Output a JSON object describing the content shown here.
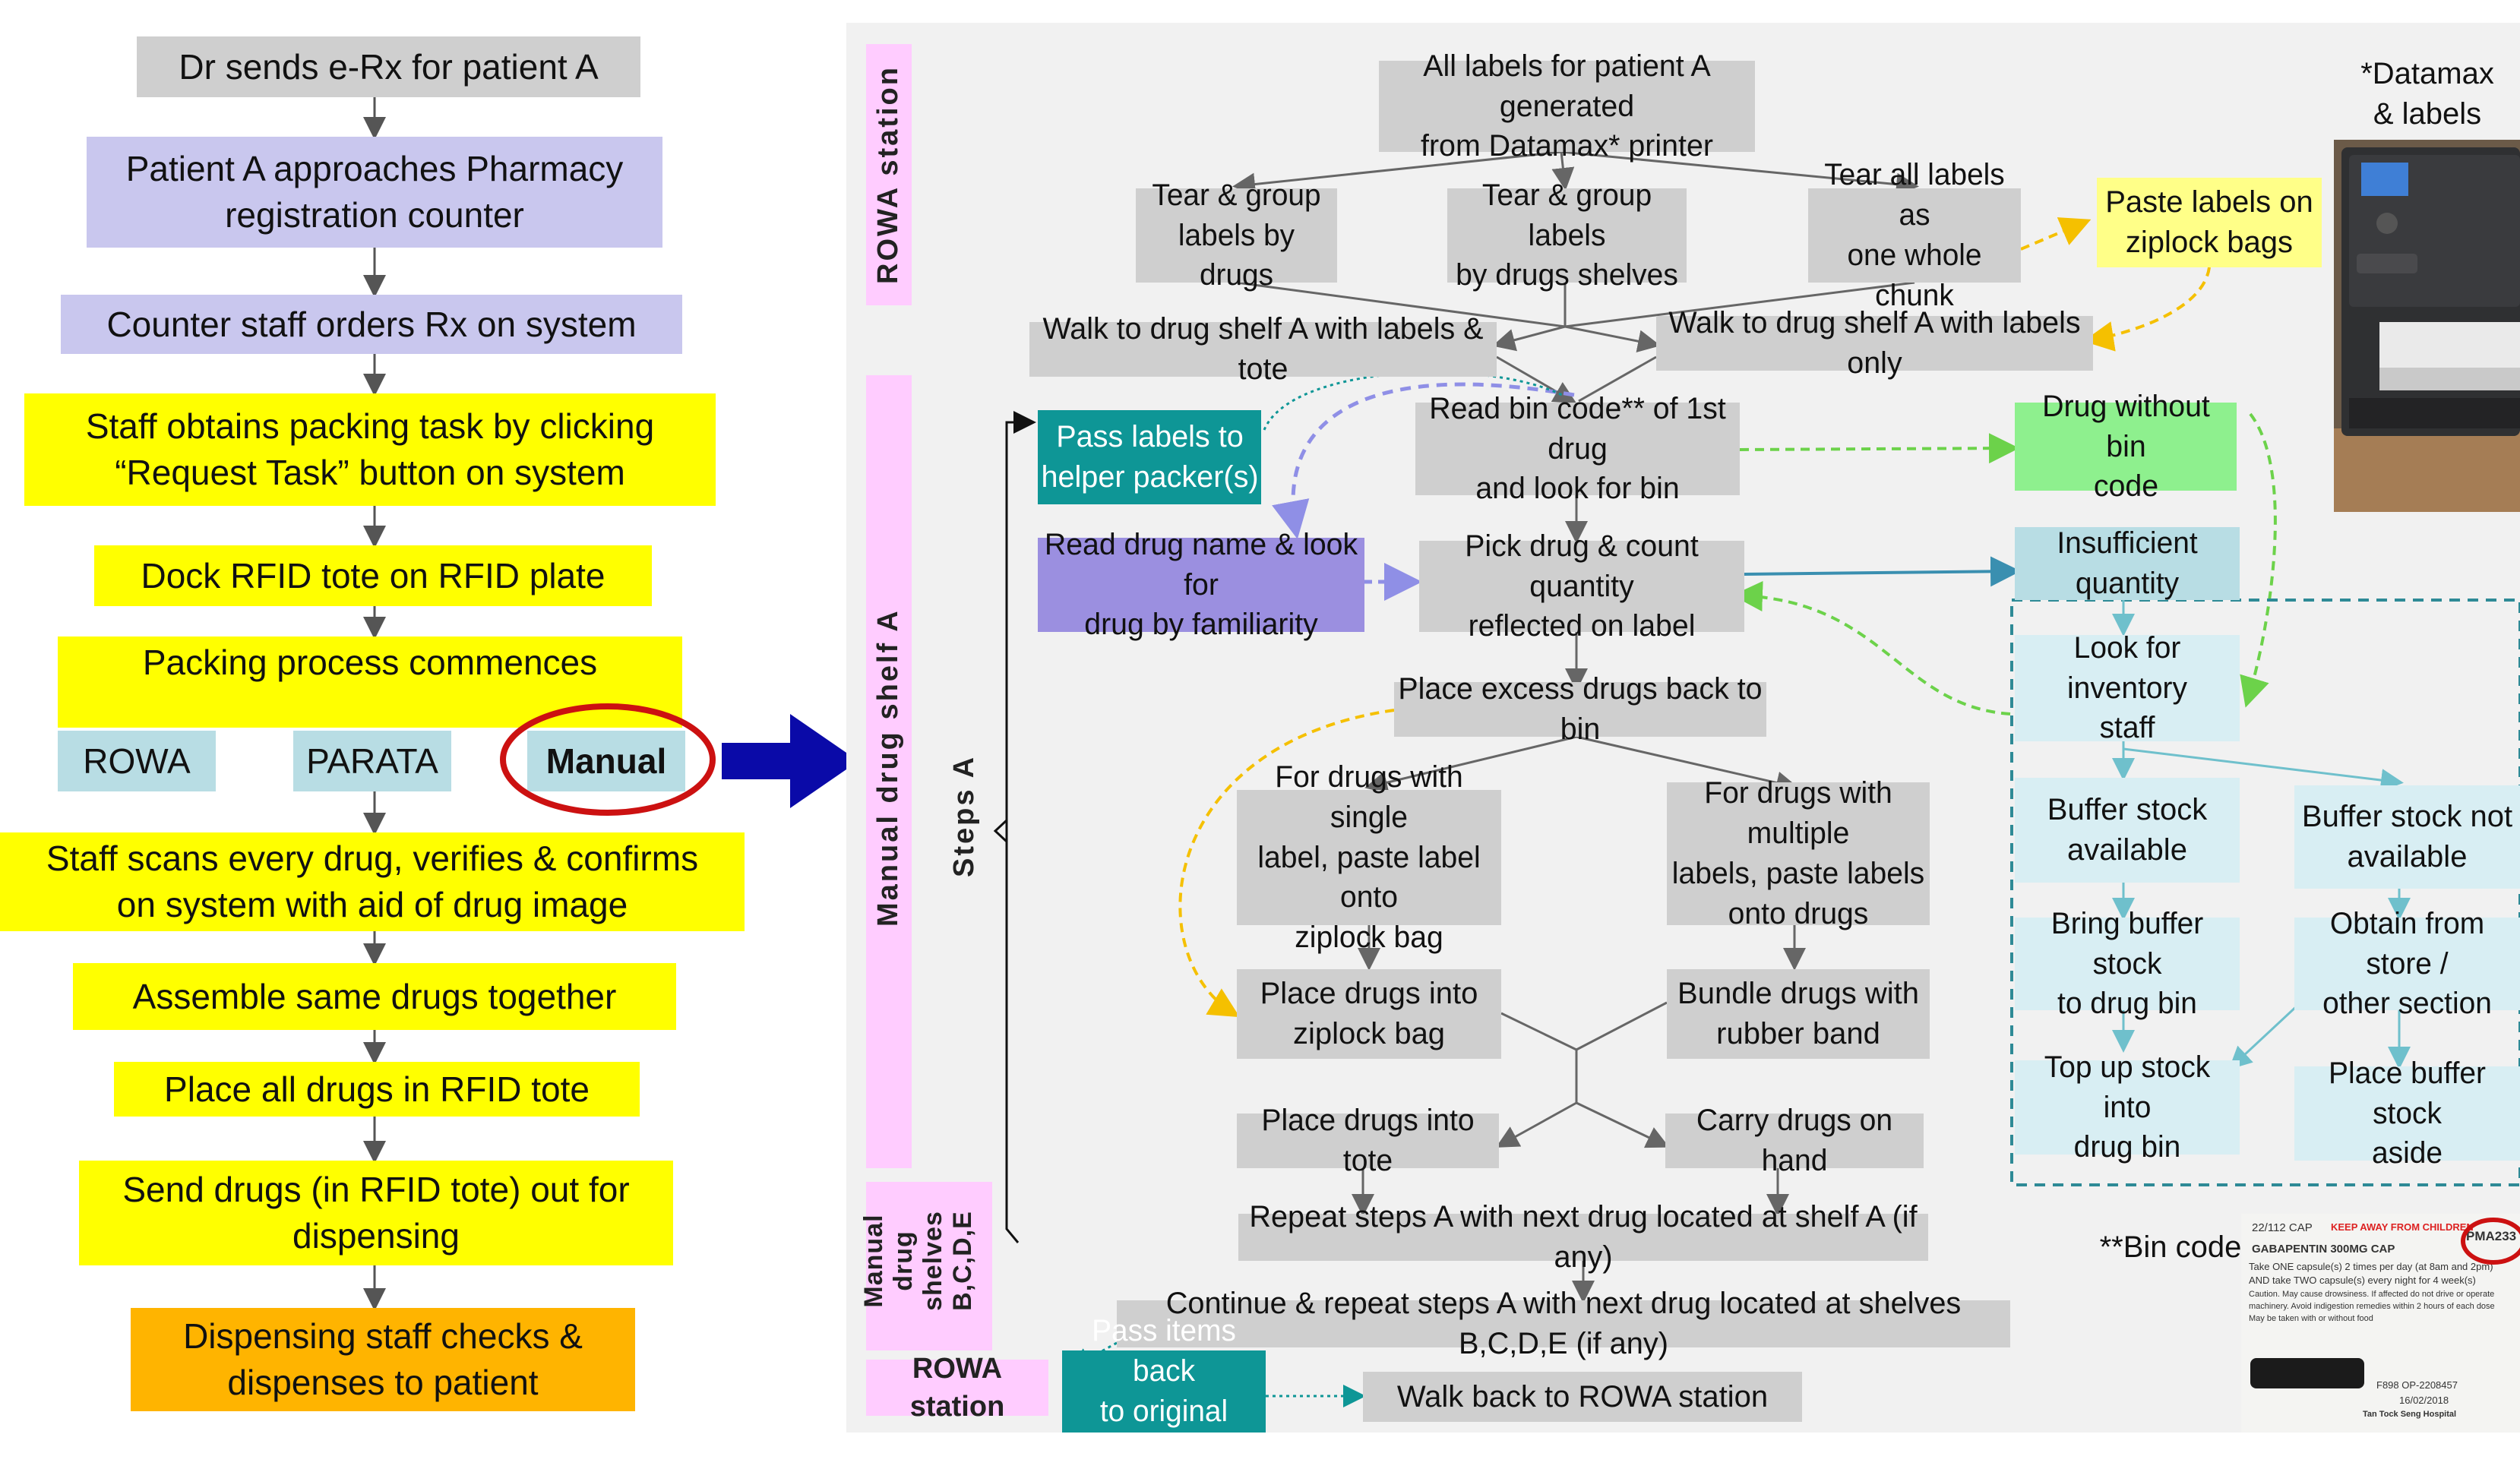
{
  "left_flow": {
    "steps": [
      "Dr sends e-Rx for patient A",
      "Patient A approaches Pharmacy\nregistration counter",
      "Counter staff orders Rx on system",
      "Staff obtains packing task by clicking\n“Request Task” button on system",
      "Dock RFID tote on RFID plate",
      "Packing process commences",
      "Staff scans every drug, verifies & confirms\non system with aid of drug image",
      "Assemble same drugs together",
      "Place all drugs in RFID tote",
      "Send drugs (in RFID tote) out for\ndispensing",
      "Dispensing staff checks &\ndispenses to patient"
    ],
    "options": [
      "ROWA",
      "PARATA",
      "Manual"
    ]
  },
  "section_labels": {
    "rowa_top": "ROWA station",
    "manual_a": "Manual drug shelf A",
    "steps_a": "Steps A",
    "manual_bcde": "Manual\ndrug\nshelves\nB,C,D,E",
    "rowa_bottom": "ROWA station"
  },
  "nodes": {
    "all_labels": "All labels for patient A generated\nfrom Datamax* printer",
    "tear_group_drugs": "Tear & group\nlabels by drugs",
    "tear_group_shelves": "Tear & group labels\nby drugs shelves",
    "tear_all": "Tear all labels as\none whole chunk",
    "paste_ziplock": "Paste labels on\nziplock bags",
    "walk_tote": "Walk to drug shelf A with labels & tote",
    "walk_labels_only": "Walk to drug shelf A with labels only",
    "pass_labels_helper": "Pass labels to\nhelper packer(s)",
    "read_bin_code": "Read bin code** of 1st drug\nand look for bin",
    "drug_without_bin": "Drug without bin\ncode",
    "read_drug_name": "Read drug name & look for\ndrug by familiarity",
    "pick_drug": "Pick drug  & count quantity\nreflected on label",
    "insufficient": "Insufficient quantity",
    "look_inventory": "Look for inventory\nstaff",
    "place_excess": "Place excess drugs back to bin",
    "single_label": "For drugs with single\nlabel, paste label onto\nziplock bag",
    "multiple_labels": "For drugs with multiple\nlabels, paste labels\nonto drugs",
    "buffer_available": "Buffer stock\navailable",
    "buffer_not_available": "Buffer stock not\navailable",
    "bring_buffer": "Bring buffer stock\nto drug bin",
    "obtain_store": "Obtain from store /\nother section",
    "place_ziplock": "Place drugs into\nziplock bag",
    "bundle_rubber": "Bundle drugs with\nrubber band",
    "top_up": "Top up stock into\ndrug bin",
    "place_buffer_aside": "Place buffer stock\naside",
    "place_tote": "Place drugs into tote",
    "carry_hand": "Carry drugs on hand",
    "repeat_a": "Repeat steps A with next drug located at shelf A (if any)",
    "continue_bcde": "Continue & repeat steps A with next drug located at shelves B,C,D,E (if any)",
    "pass_items_back": "Pass items back\nto original packer",
    "walk_back_rowa": "Walk back to ROWA station"
  },
  "notes": {
    "datamax": "*Datamax\n& labels",
    "bin_code": "**Bin code"
  },
  "label_photo": {
    "line1": "22/112 CAP",
    "warning": "KEEP AWAY FROM CHILDREN",
    "bin_code": "PMA233",
    "drug_name": "GABAPENTIN 300MG CAP",
    "dose1": "Take ONE capsule(s) 2 times per day (at 8am and 2pm)",
    "dose2": "AND take TWO capsule(s) every night for 4 week(s)",
    "caution1": "Caution. May cause drowsiness. If affected do not drive or operate",
    "caution2": "machinery. Avoid indigestion remedies within 2 hours of each dose",
    "caution3": "May be taken with or without food",
    "ref": "F898   OP-2208457",
    "date": "16/02/2018",
    "hospital": "Tan Tock Seng Hospital"
  },
  "colors": {
    "grey": "#cfcfcf",
    "lavender": "#c9c7ee",
    "yellow": "#ffff00",
    "orange": "#ffb400",
    "light_blue": "#b8dde4",
    "teal": "#0e9696",
    "purple": "#9b8fe0",
    "green": "#8ef08e",
    "pink": "#ffccff",
    "navy_arrow": "#0a0aa8",
    "red_circle": "#cc1111"
  }
}
